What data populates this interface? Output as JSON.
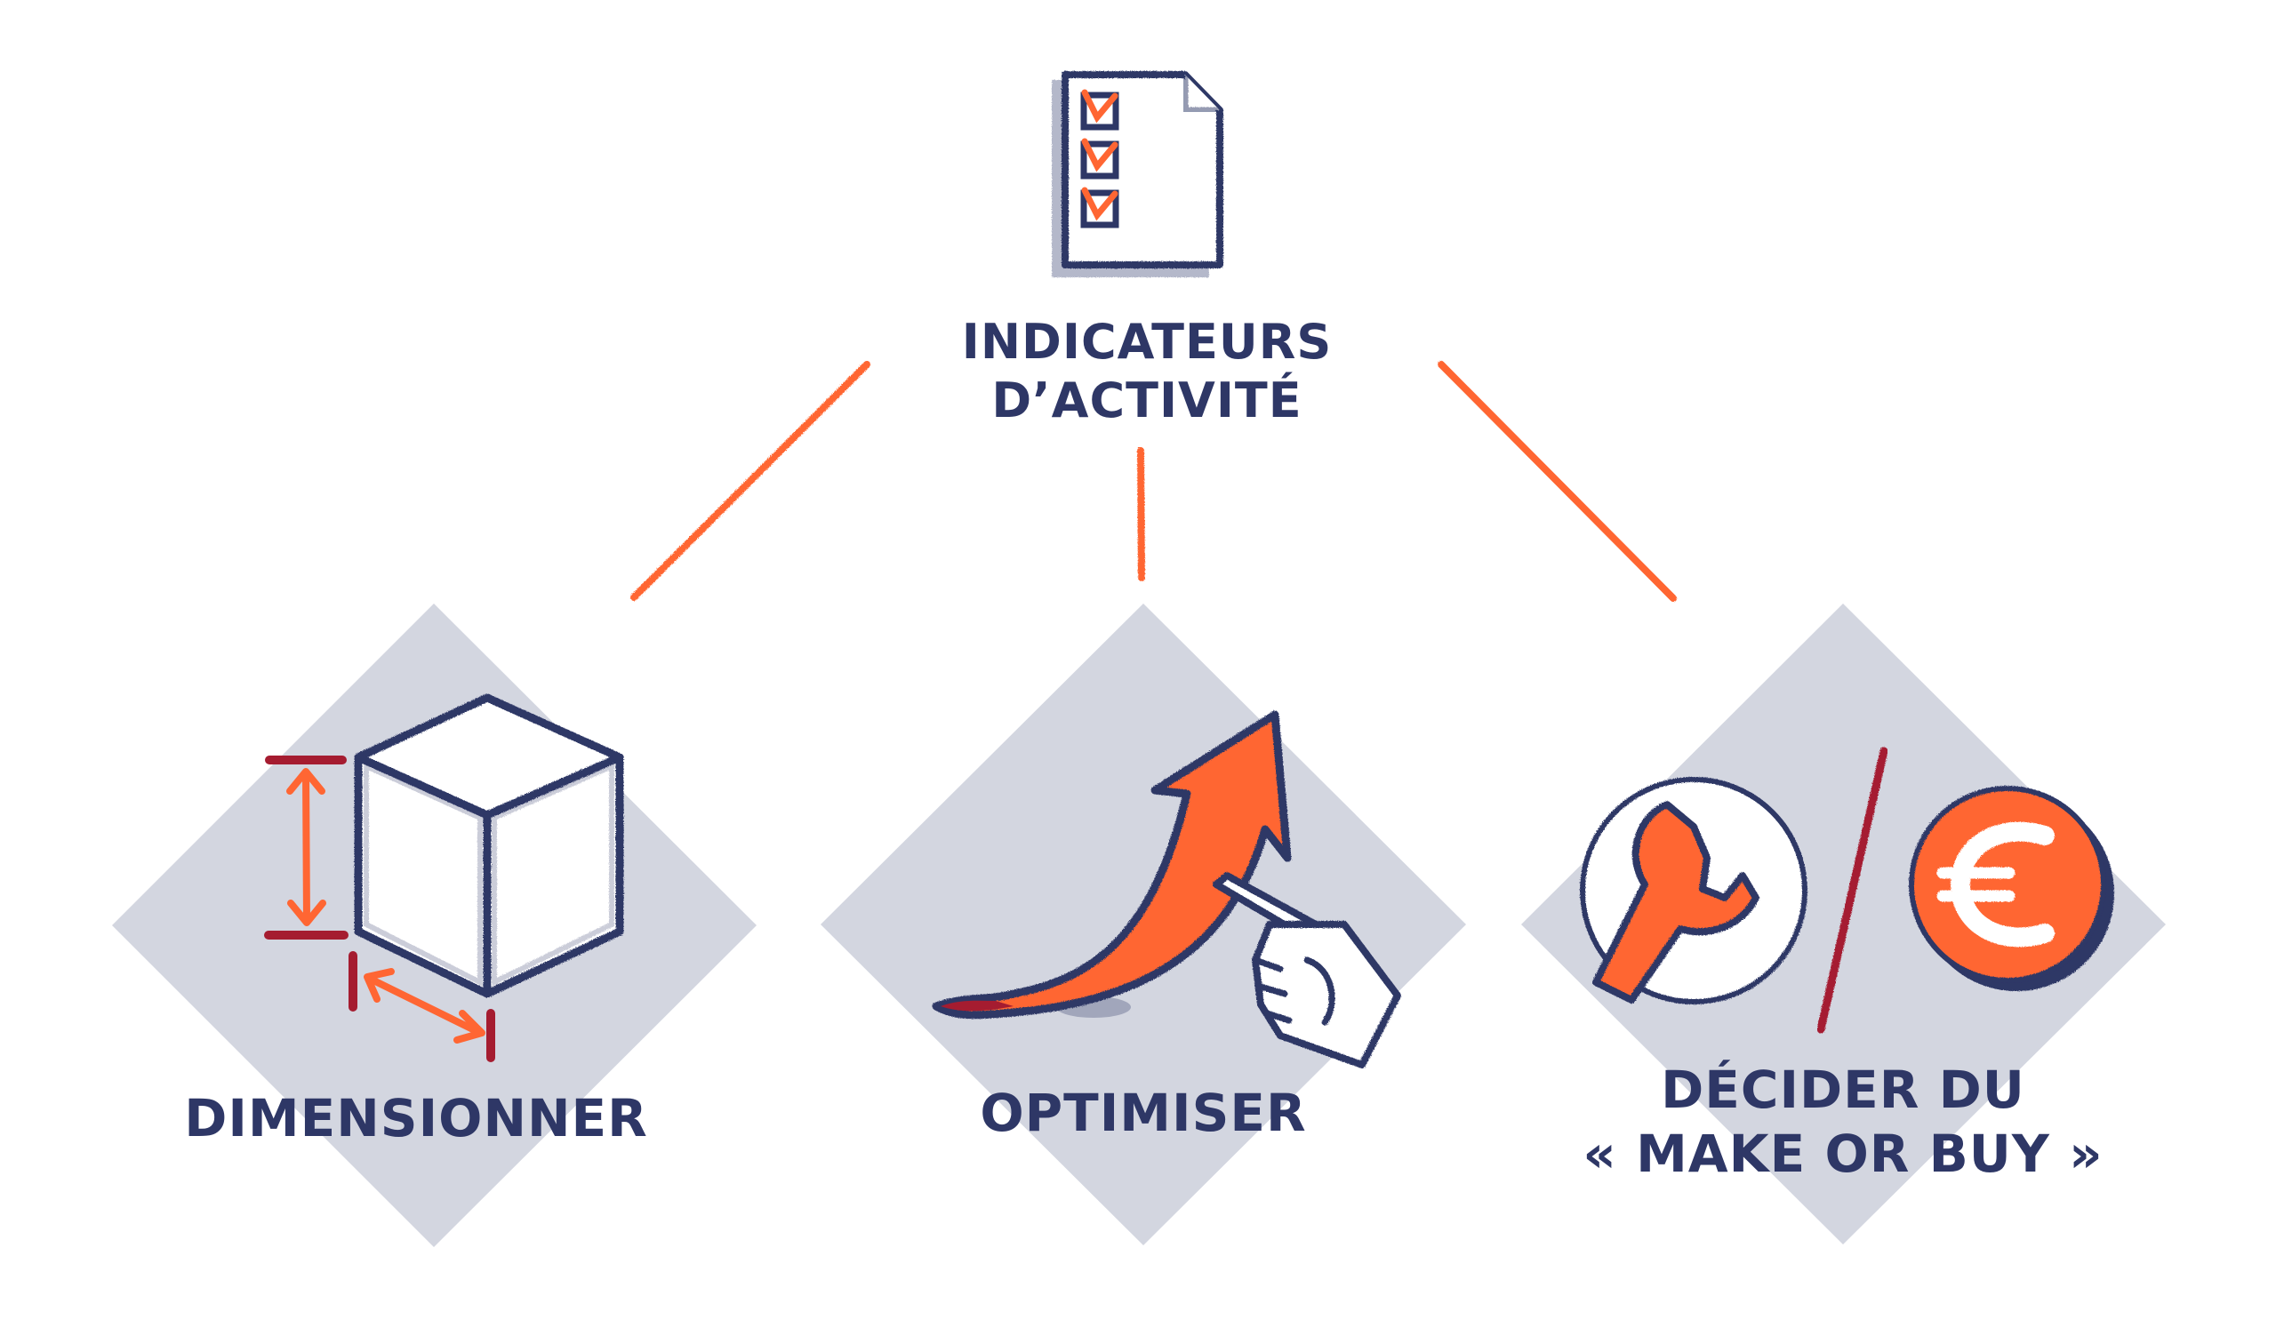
{
  "colors": {
    "navy": "#2E3766",
    "orange": "#FF6633",
    "dark_red": "#A51C30",
    "diamond_fill": "#D3D6E0",
    "background": "#FFFFFF"
  },
  "root": {
    "icon": "checklist-document-icon",
    "title_line1": "INDICATEURS",
    "title_line2": "D’ACTIVITÉ",
    "checked_items": 3
  },
  "connectors": [
    {
      "from": "root",
      "to": "dimensionner"
    },
    {
      "from": "root",
      "to": "optimiser"
    },
    {
      "from": "root",
      "to": "make-or-buy"
    }
  ],
  "nodes": [
    {
      "id": "dimensionner",
      "icon": "cube-dimensions-icon",
      "label_line1": "DIMENSIONNER"
    },
    {
      "id": "optimiser",
      "icon": "rising-arrow-hand-icon",
      "label_line1": "OPTIMISER"
    },
    {
      "id": "make-or-buy",
      "icons": [
        "wrench-icon",
        "slash-divider",
        "euro-coin-icon"
      ],
      "label_line1": "DÉCIDER DU",
      "label_line2": "« MAKE OR BUY »"
    }
  ]
}
